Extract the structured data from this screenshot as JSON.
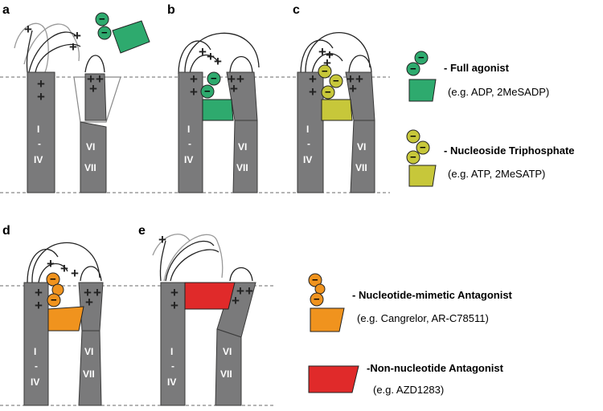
{
  "panels": {
    "a": {
      "letter": "a",
      "helix_left": [
        "I",
        "-",
        "IV"
      ],
      "helix_right": [
        "VI",
        "VII"
      ]
    },
    "b": {
      "letter": "b",
      "helix_left": [
        "I",
        "-",
        "IV"
      ],
      "helix_right": [
        "VI",
        "VII"
      ]
    },
    "c": {
      "letter": "c",
      "helix_left": [
        "I",
        "-",
        "IV"
      ],
      "helix_right": [
        "VI",
        "VII"
      ]
    },
    "d": {
      "letter": "d",
      "helix_left": [
        "I",
        "-",
        "IV"
      ],
      "helix_right": [
        "VI",
        "VII"
      ]
    },
    "e": {
      "letter": "e",
      "helix_left": [
        "I",
        "-",
        "IV"
      ],
      "helix_right": [
        "VI",
        "VII"
      ]
    }
  },
  "charges": {
    "plus": "+",
    "minus": "−"
  },
  "legend": {
    "full_agonist": {
      "title": "Full agonist",
      "example": "(e.g. ADP, 2MeSADP)",
      "color": "#2eaa6e"
    },
    "nucleoside_triphosphate": {
      "title": "Nucleoside Triphosphate",
      "example": "(e.g. ATP, 2MeSATP)",
      "color": "#c7c73a"
    },
    "nucleotide_mimetic_antagonist": {
      "title": "Nucleotide-mimetic Antagonist",
      "example": "(e.g. Cangrelor, AR-C78511)",
      "color": "#f0931e"
    },
    "non_nucleotide_antagonist": {
      "title": "Non-nucleotide Antagonist",
      "example": "(e.g. AZD1283)",
      "color": "#e02a2a"
    }
  },
  "colors": {
    "helix": "#7a7a7b",
    "helix_outline": "#3a3a3a",
    "membrane_line": "#6a6a6a"
  }
}
